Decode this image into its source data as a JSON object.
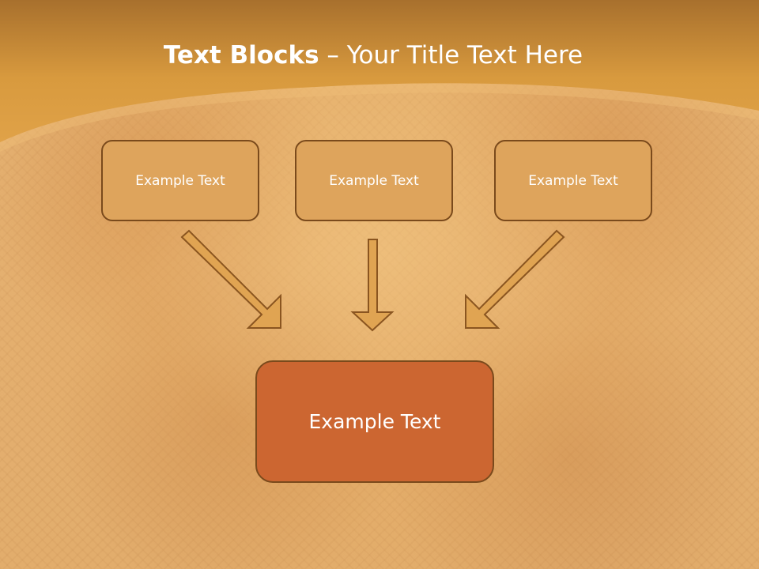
{
  "slide": {
    "title_bold": "Text Blocks",
    "title_rest": " – Your Title Text Here"
  },
  "diagram": {
    "top_boxes": [
      {
        "label": "Example Text"
      },
      {
        "label": "Example Text"
      },
      {
        "label": "Example Text"
      }
    ],
    "main_box": {
      "label": "Example Text"
    }
  },
  "colors": {
    "header_orange": "#d89a3e",
    "box_fill": "#dea45c",
    "main_box_fill": "#cc6631",
    "border": "#7a4a1c",
    "arrow_fill": "#e0a452"
  }
}
